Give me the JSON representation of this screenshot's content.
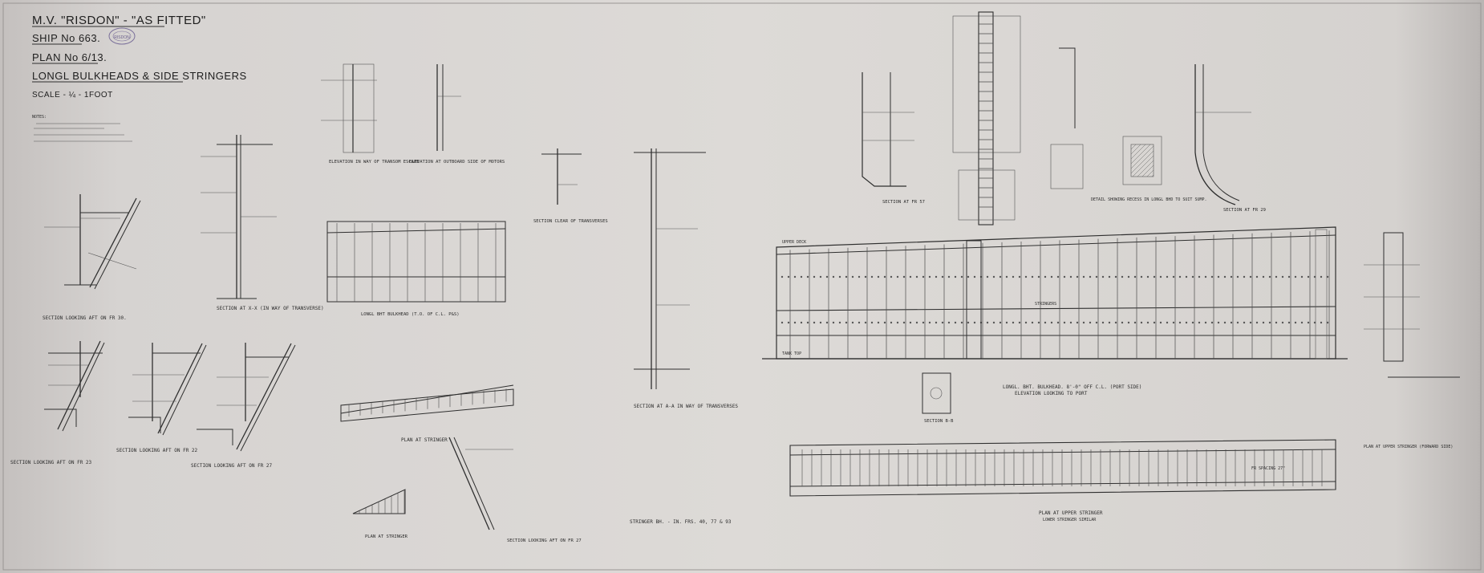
{
  "title_block": {
    "vessel": "M.V. \"RISDON\" - \"AS FITTED\"",
    "ship_no": "SHIP No 663.",
    "plan_no": "PLAN No 6/13.",
    "subject": "LONGL BULKHEADS & SIDE STRINGERS",
    "scale": "SCALE - ¼ - 1FOOT",
    "stamp": "RISDON"
  },
  "notes_heading": "NOTES:",
  "captions": {
    "sec_fr30": "SECTION LOOKING AFT ON FR 30.",
    "sec_fr23": "SECTION LOOKING AFT ON FR 23",
    "sec_fr22": "SECTION LOOKING AFT ON FR 22",
    "sec_fr27": "SECTION LOOKING AFT ON FR 27",
    "sec_xx": "SECTION AT X-X (IN WAY OF TRANSVERSE)",
    "elev_escape": "ELEVATION IN WAY OF TRANSOM ESCAPE",
    "elev_outboard": "ELEVATION AT OUTBOARD SIDE OF MOTORS",
    "long_bhd_elev": "LONGL BHT BULKHEAD (T.O. OF C.L. P&S)",
    "sec_transverse": "SECTION CLEAR OF TRANSVERSES",
    "plan_stringer": "PLAN AT STRINGER",
    "plan_stringer2": "PLAN AT STRINGER",
    "sec_fr27b": "SECTION LOOKING AFT ON FR 27",
    "sec_aa": "SECTION AT A-A IN WAY OF TRANSVERSES",
    "stringer_ref": "STRINGER BH. - IN. FRS. 40, 77 & 93",
    "section_aa2": "SECTION AT A-A",
    "long_bhd_main": "LONGL. BHT. BULKHEAD. 8'-0\" OFF C.L. (PORT SIDE)",
    "elev_looking_port": "ELEVATION LOOKING TO PORT",
    "section_bb": "SECTION B-B",
    "plan_upper_stringer": "PLAN AT UPPER STRINGER",
    "lower_stringer": "LOWER STRINGER SIMILAR",
    "plan_upper_stringer_r": "PLAN AT UPPER STRINGER (FORWARD SIDE)",
    "detail_recess": "DETAIL SHOWING RECESS IN LONGL BHD TO SUIT SUMP.",
    "section_fr": "SECTION AT FR 57",
    "section_fr2": "SECTION AT FR 29",
    "upper_deck": "UPPER DECK",
    "tank_top": "TANK TOP",
    "stringers": "STRINGERS",
    "frame_spacing": "FR SPACING 27\""
  }
}
